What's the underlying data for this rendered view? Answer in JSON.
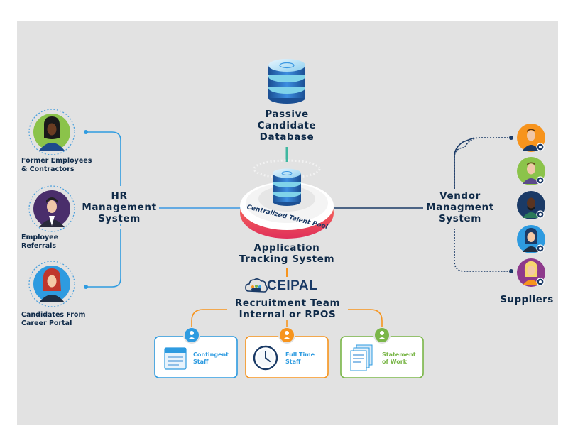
{
  "nodes": {
    "passive_db": "Passive\nCandidate\nDatabase",
    "talent_pool": "Centralized Talent Pool",
    "hr_system": "HR\nManagement\nSystem",
    "vendor_system": "Vendor\nManagment\nSystem",
    "ats": "Application\nTracking System",
    "recruitment": "Recruitment Team\nInternal or RPOS",
    "brand": "CEIPAL"
  },
  "sources": [
    {
      "label": "Former Employees\n& Contractors",
      "icon": "woman-avatar-icon",
      "color": "#8bc34a"
    },
    {
      "label": "Employee\nReferrals",
      "icon": "man-suit-avatar-icon",
      "color": "#4a2e6b"
    },
    {
      "label": "Candidates From\nCareer Portal",
      "icon": "red-hair-woman-avatar-icon",
      "color": "#2e9be0"
    }
  ],
  "suppliers_label": "Suppliers",
  "supplier_colors": [
    "#f7941d",
    "#8bc34a",
    "#1a3a66",
    "#2e9be0",
    "#8e3a8c"
  ],
  "cards": [
    {
      "label": "Contingent\nStaff",
      "color": "#2e9be0",
      "icon": "calendar-icon"
    },
    {
      "label": "Full Time\nStaff",
      "color": "#f7941d",
      "icon": "clock-icon"
    },
    {
      "label": "Statement\nof Work",
      "color": "#7ab648",
      "icon": "document-stack-icon"
    }
  ]
}
